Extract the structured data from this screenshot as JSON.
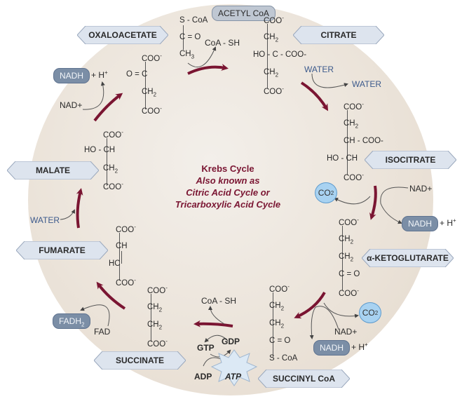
{
  "title": {
    "main": "Krebs Cycle",
    "line2": "Also known as",
    "line3": "Citric Acid Cycle or",
    "line4": "Tricarboxylic Acid Cycle"
  },
  "colors": {
    "arrow": "#7a1532",
    "tag_fill": "#dde4ee",
    "tag_stroke": "#9aa8bd",
    "pill_dark": "#7b8ea6",
    "co2_fill": "#a8d2f1",
    "water_text": "#3c5a8c",
    "background_circle": "#ede6dd"
  },
  "compounds": {
    "acetyl_coa": "ACETYL CoA",
    "citrate": "CITRATE",
    "isocitrate": "ISOCITRATE",
    "alpha_ketoglutarate": "α-KETOGLUTARATE",
    "succinyl_coa": "SUCCINYL CoA",
    "succinate": "SUCCINATE",
    "fumarate": "FUMARATE",
    "malate": "MALATE",
    "oxaloacetate": "OXALOACETATE"
  },
  "cofactors": {
    "nadh": "NADH",
    "h_plus": "+ H",
    "plus_sup": "+",
    "nad_plus": "NAD+",
    "co2": "CO",
    "two": "2",
    "water": "WATER",
    "fadh": "FADH",
    "fad": "FAD",
    "coa_sh": "CoA - SH",
    "gtp": "GTP",
    "gdp": "GDP",
    "adp": "ADP",
    "atp": "ATP"
  },
  "structures": {
    "acetyl": [
      "S - CoA",
      "C = O",
      "CH3"
    ],
    "citrate": [
      "COO-",
      "CH2",
      "HO - C - COO-",
      "CH2",
      "COO-"
    ],
    "isocitrate": [
      "COO-",
      "CH2",
      "CH - COO-",
      "HO - CH",
      "COO-"
    ],
    "akg": [
      "COO-",
      "CH2",
      "CH2",
      "C = O",
      "COO-"
    ],
    "succinyl": [
      "COO-",
      "CH2",
      "CH2",
      "C = O",
      "S - CoA"
    ],
    "succinate": [
      "COO-",
      "CH2",
      "CH2",
      "COO-"
    ],
    "fumarate": [
      "COO-",
      "CH",
      "HC",
      "COO-"
    ],
    "malate": [
      "COO-",
      "HO - CH",
      "CH2",
      "COO-"
    ],
    "oxaloacetate": [
      "COO-",
      "O = C",
      "CH2",
      "COO-"
    ]
  }
}
